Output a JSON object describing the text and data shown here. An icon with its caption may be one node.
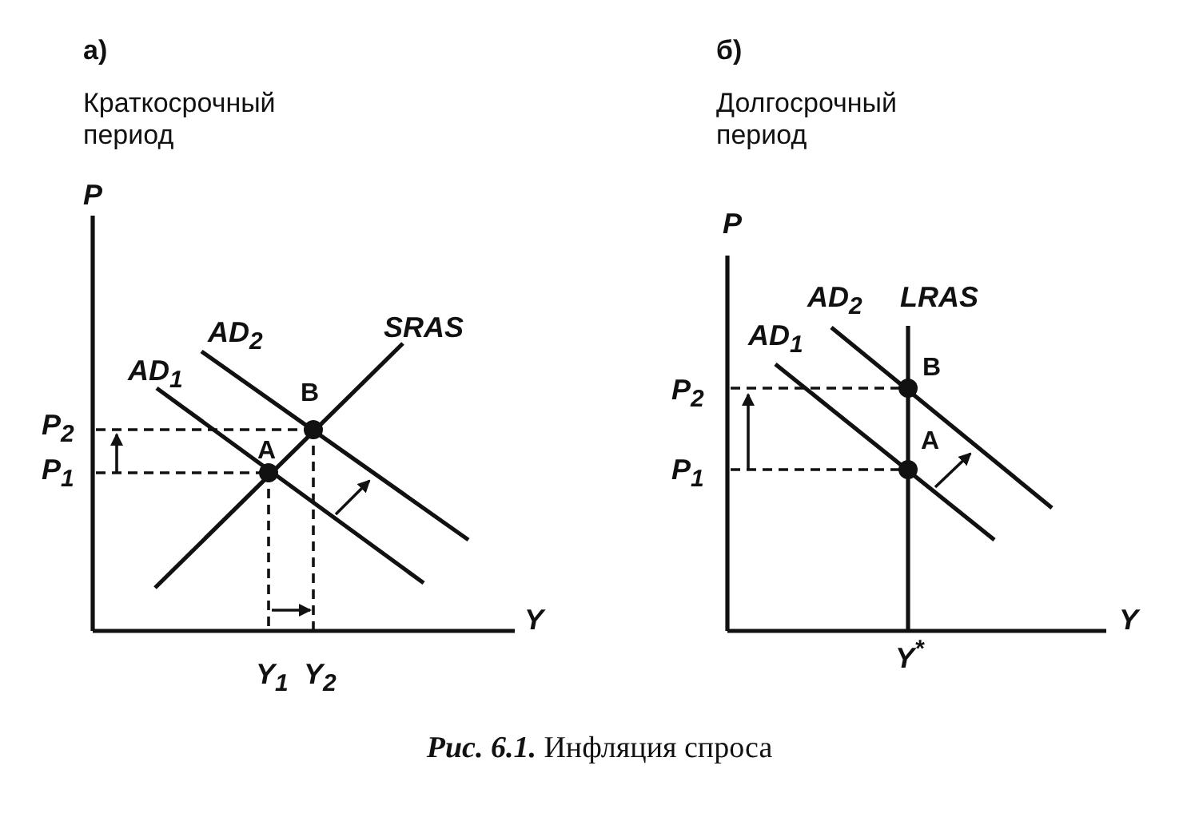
{
  "diagram": {
    "caption": "**Рис. 6.1.** Инфляция спроса",
    "labels": [
      "а)",
      "Краткосрочный период",
      "P",
      "AD$_{2}$",
      "SRAS",
      "AD$_{1}$",
      "B",
      "P$_{2}$",
      "A",
      "P$_{1}$",
      "Y",
      "Y$_{1}$",
      "Y$_{2}$",
      "б)",
      "Долгосрочный период",
      "P",
      "AD$_{2}$",
      "LRAS",
      "AD$_{1}$",
      "B",
      "P$_{2}$",
      "A",
      "P$_{1}$",
      "Y",
      "Y$^{*}$"
    ]
  }
}
